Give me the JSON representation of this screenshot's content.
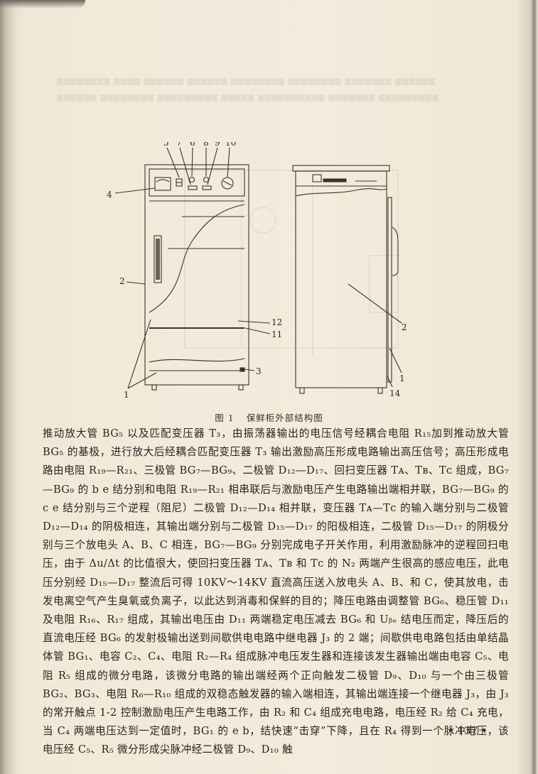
{
  "figure": {
    "caption_number": "图 1",
    "caption_title": "保鲜柜外部结构图",
    "front_view_labels": [
      "1",
      "2",
      "3",
      "4",
      "5",
      "6",
      "7",
      "8",
      "9",
      "10",
      "11",
      "12"
    ],
    "side_view_labels": [
      "1",
      "2",
      "14"
    ]
  },
  "body": {
    "paragraph": "推动放大管 BG₅ 以及匹配变压器 T₃，由振荡器输出的电压信号经耦合电阻 R₁₅加到推动放大管 BG₅ 的基极，进行放大后经耦合匹配变压器 T₃ 输出激励高压形成电路输出高压信号；高压形成电路由电阻 R₁₉—R₂₁、三极管 BG₇—BG₉、二极管 D₁₂—D₁₇、回扫变压器 Tᴀ、Tʙ、Tᴄ 组成，BG₇—BG₉ 的 b e 结分别和电阻 R₁₉—R₂₁ 相串联后与激励电压产生电路输出端相并联，BG₇—BG₉ 的 c e 结分别与三个逆程（阻尼）二极管 D₁₂—D₁₄ 相并联，变压器 Tᴀ—Tᴄ 的输入端分别与二极管 D₁₂—D₁₄ 的阴极相连，其输出端分别与二极管 D₁₅—D₁₇ 的阳极相连，二极管 D₁₅—D₁₇ 的阴极分别与三个放电头 A、B、C 相连，BG₇—BG₉ 分别完成电子开关作用，利用激励脉冲的逆程回扫电压，由于 Δu/Δt 的比值很大，使回扫变压器 Tᴀ、Tʙ 和 Tᴄ 的 N₂ 两端产生很高的感应电压，此电压分别经 D₁₅—D₁₇ 整流后可得 10KV～14KV 直流高压送入放电头 A、B、和 C，使其放电，击发电离空气产生臭氧或负离子，以此达到消毒和保鲜的目的；降压电路由调整管 BG₆、稳压管 D₁₁ 及电阻 R₁₆、R₁₇ 组成，其输出电压由 D₁₁ 两端稳定电压减去 BG₆ 和 Uᵦₑ 结电压而定，降压后的直流电压经 BG₆ 的发射极输出送到间歇供电电路中继电器 J₃ 的 2 端；间歇供电电路包括由单结晶体管 BG₁、电容 C₂、C₄、电阻 R₂—R₄ 组成脉冲电压发生器和连接该发生器输出端由电容 C₅、电阻 R₅ 组成的微分电路，该微分电路的输出端经两个正向触发二极管 D₉、D₁₀ 与一个由三极管 BG₂、BG₃、电阻 R₆—R₁₀ 组成的双稳态触发器的输入端相连，其输出端连接一个继电器 J₃，由 J₃ 的常开触点 1-2 控制激励电压产生电路工作，由 R₂ 和 C₄ 组成充电电路，电压经 R₂ 给 C₄ 充电，当 C₄ 两端电压达到一定值时，BG₁ 的 e b，结快速“击穿”下降，且在 R₄ 得到一个脉冲电压，该电压经 C₅、R₅ 微分形成尖脉冲经二极管 D₉、D₁₀ 触"
  },
  "footer": {
    "page_number": "• 137 •"
  }
}
